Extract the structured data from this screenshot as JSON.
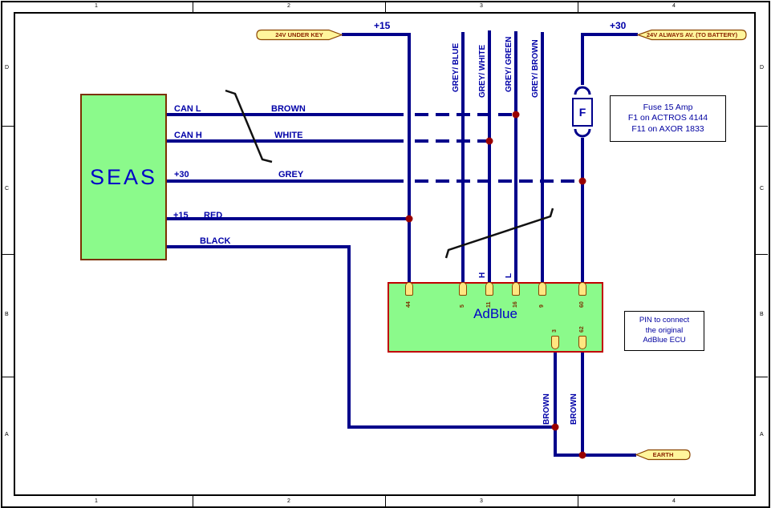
{
  "frame": {
    "cols": [
      "1",
      "2",
      "3",
      "4"
    ],
    "rows": [
      "D",
      "C",
      "B",
      "A"
    ]
  },
  "seas": {
    "label": "SEAS"
  },
  "adblue": {
    "label": "AdBlue",
    "top_pins": [
      "44",
      "5",
      "11",
      "16",
      "9",
      "60"
    ],
    "bottom_pins": [
      "3",
      "62"
    ],
    "pin_h": "H",
    "pin_l": "L"
  },
  "flags": {
    "under_key": "24V UNDER KEY",
    "always_available": "24V ALWAYS AV. (TO BATTERY)",
    "earth": "EARTH"
  },
  "power": {
    "plus15": "+15",
    "plus30": "+30"
  },
  "wires": {
    "can_l": "CAN L",
    "can_l_color": "BROWN",
    "can_h": "CAN H",
    "can_h_color": "WHITE",
    "plus30": "+30",
    "plus30_color": "GREY",
    "plus15": "+15",
    "plus15_color": "RED",
    "black": "BLACK"
  },
  "vertical_wires": [
    "GREY/ BLUE",
    "GREY/ WHITE",
    "GREY/ GREEN",
    "GREY/ BROWN"
  ],
  "brown_wires": [
    "BROWN",
    "BROWN"
  ],
  "fuse": {
    "symbol": "F",
    "note_line1": "Fuse  15 Amp",
    "note_line2": "F1  on ACTROS 4144",
    "note_line3": "F11 on AXOR 1833"
  },
  "pin_note": {
    "line1": "PIN to connect",
    "line2": "the original",
    "line3": "AdBlue ECU"
  },
  "colors": {
    "wire": "#00008B",
    "label_blue": "#0000A8",
    "component_green": "#8BFA8B",
    "flag_yellow": "#FFF59C",
    "junction_red": "#990000"
  }
}
